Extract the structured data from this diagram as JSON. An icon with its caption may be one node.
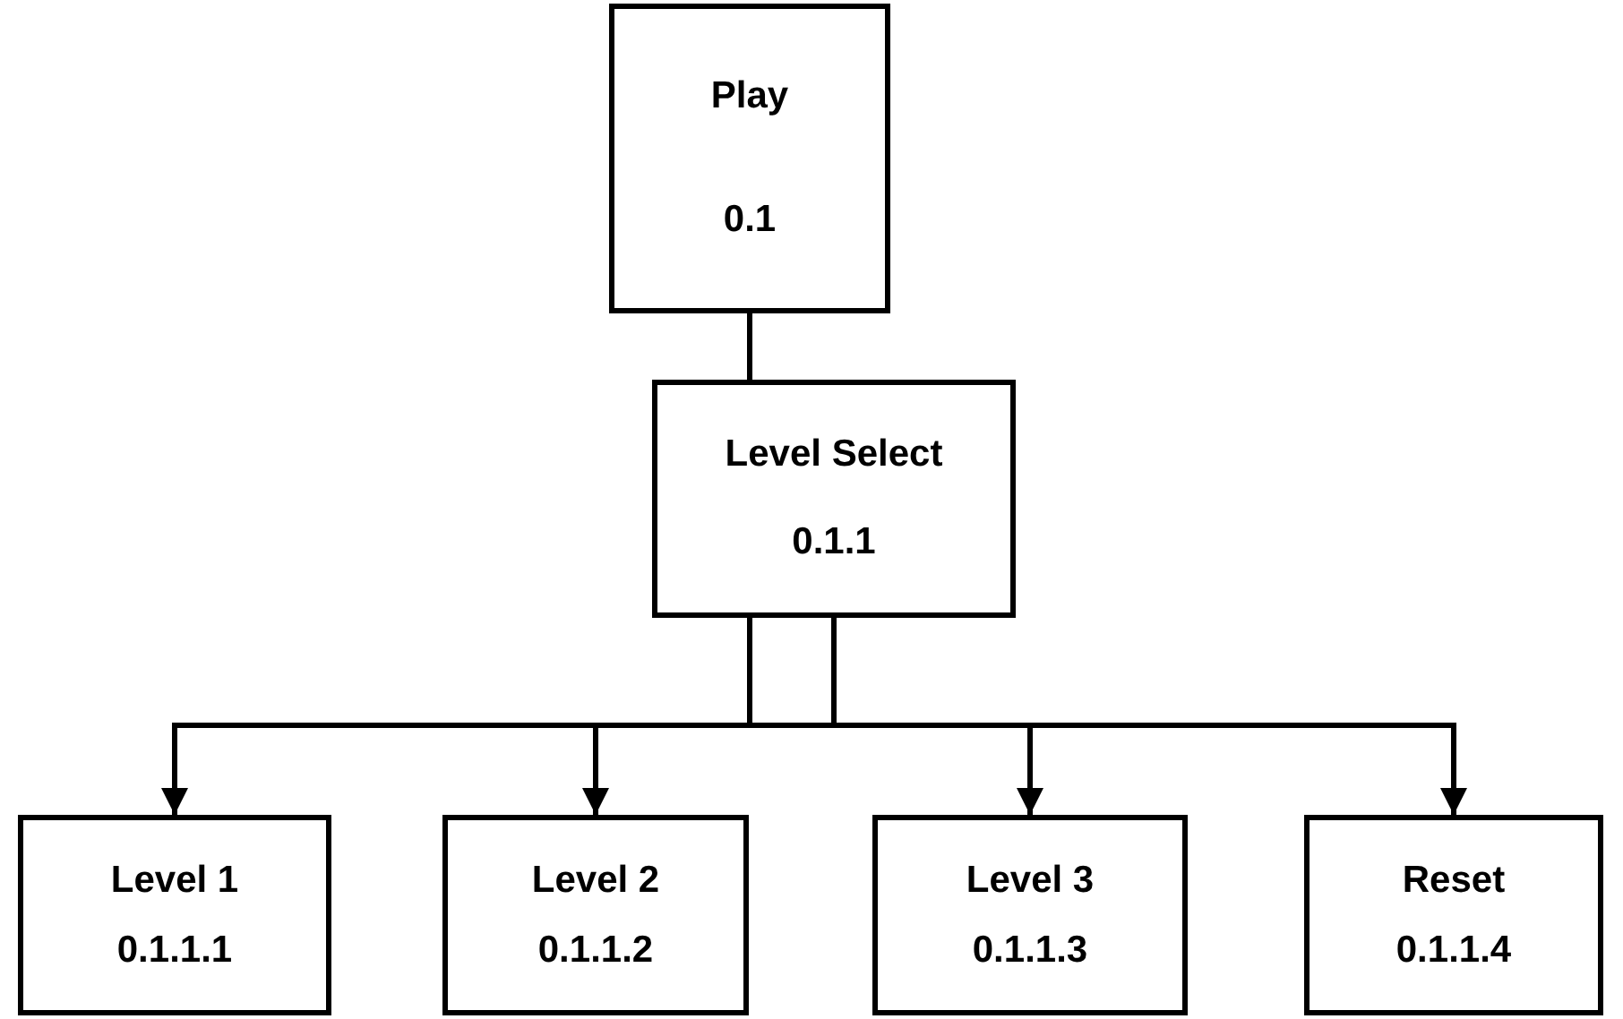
{
  "diagram": {
    "nodes": [
      {
        "text": [
          "Play",
          "0.1"
        ]
      },
      {
        "text": [
          "Level Select",
          "0.1.1"
        ]
      },
      {
        "text": [
          "Level 1",
          "0.1.1.1"
        ]
      },
      {
        "text": [
          "Level 2",
          "0.1.1.2"
        ]
      },
      {
        "text": [
          "Level 3",
          "0.1.1.3"
        ]
      },
      {
        "text": [
          "Reset",
          "0.1.1.4"
        ]
      }
    ],
    "edges": [
      {
        "from": 0,
        "to": 1,
        "arrow": "none"
      },
      {
        "from": 1,
        "to": 2,
        "arrow": "to"
      },
      {
        "from": 1,
        "to": 3,
        "arrow": "to"
      },
      {
        "from": 1,
        "to": 4,
        "arrow": "to"
      },
      {
        "from": 1,
        "to": 5,
        "arrow": "to"
      }
    ]
  }
}
